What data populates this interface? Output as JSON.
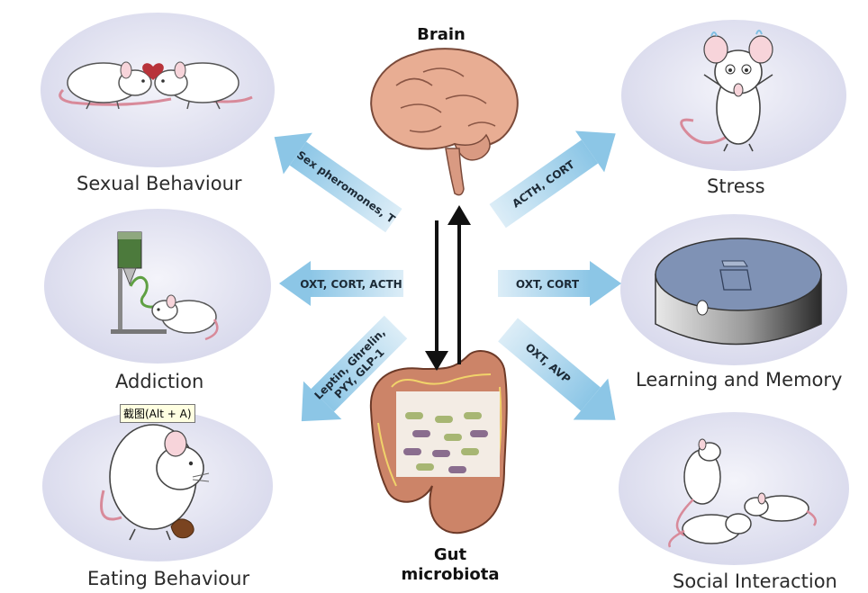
{
  "center": {
    "brain_label": "Brain",
    "gut_label_line1": "Gut",
    "gut_label_line2": "microbiota"
  },
  "outcomes": {
    "sexual_behaviour": "Sexual Behaviour",
    "addiction": "Addiction",
    "eating_behaviour": "Eating Behaviour",
    "stress": "Stress",
    "learning_memory": "Learning and Memory",
    "social_interaction": "Social Interaction"
  },
  "arrows": {
    "sex": "Sex pheromones, T",
    "addiction": "OXT, CORT, ACTH",
    "eating": "Leptin, Ghrelin, PYY, GLP-1",
    "stress": "ACTH, CORT",
    "learning": "OXT, CORT",
    "social": "OXT, AVP"
  },
  "tooltip": "截图(Alt + A)",
  "colors": {
    "ellipse_fill": "#e3e4f2",
    "arrow_fill": "#a9d3ea",
    "brain": "#e0a58c",
    "gut": "#c9826a",
    "microbe_green": "#a7b673",
    "microbe_purple": "#8a6d8e"
  }
}
